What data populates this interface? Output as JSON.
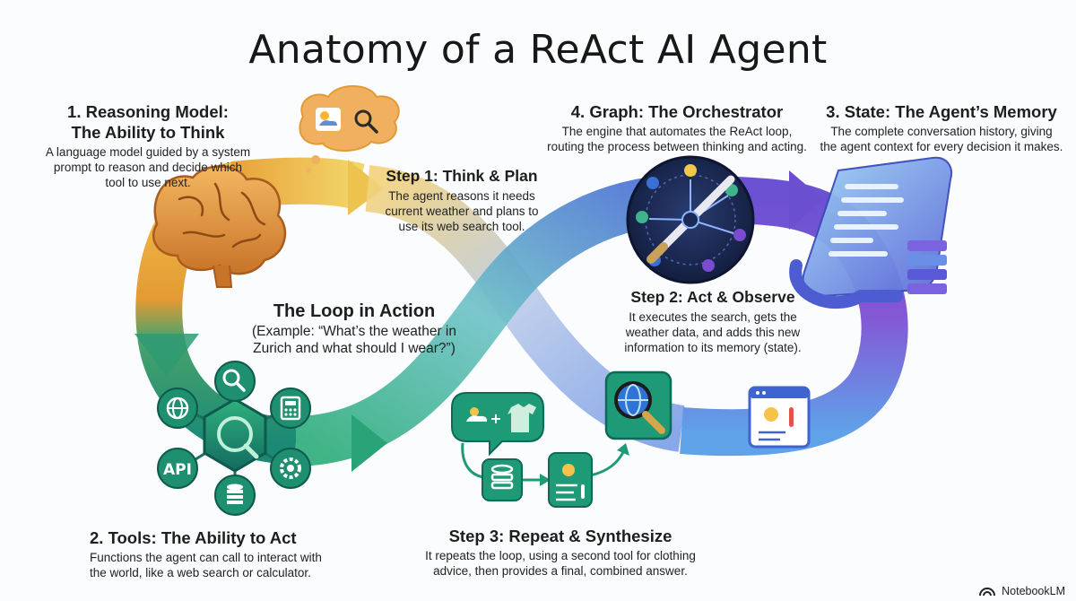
{
  "title": "Anatomy of a ReAct AI Agent",
  "reasoning": {
    "heading_1": "1. Reasoning Model:",
    "heading_2": "The Ability to Think",
    "lines": [
      "A language model guided by a system",
      "prompt to reason and decide which",
      "tool to use next."
    ]
  },
  "step1": {
    "heading": "Step 1: Think & Plan",
    "lines": [
      "The agent reasons it needs",
      "current weather and plans to",
      "use its web search tool."
    ]
  },
  "graph": {
    "heading": "4. Graph: The Orchestrator",
    "lines": [
      "The engine that automates the ReAct loop,",
      "routing the process between thinking and acting."
    ]
  },
  "state": {
    "heading": "3. State: The Agent’s Memory",
    "lines": [
      "The complete conversation history, giving",
      "the agent context for every decision it makes."
    ]
  },
  "loop": {
    "heading": "The Loop in Action",
    "lines": [
      "(Example: “What’s the weather in",
      "Zurich and what should I wear?”)"
    ]
  },
  "step2": {
    "heading": "Step 2: Act & Observe",
    "lines": [
      "It executes the search, gets the",
      "weather data, and adds this new",
      "information to its memory (state)."
    ]
  },
  "tools": {
    "heading": "2. Tools: The Ability to Act",
    "lines": [
      "Functions the agent can call to interact with",
      "the world, like a web search or calculator."
    ],
    "api_label": "API"
  },
  "step3": {
    "heading": "Step 3: Repeat & Synthesize",
    "lines": [
      "It repeats the loop, using a second tool for clothing",
      "advice, then provides a final, combined answer."
    ],
    "plus": "+"
  },
  "logo": "NotebookLM",
  "colors": {
    "orange": "#f0a13a",
    "yellow": "#f1c94a",
    "green": "#20a37d",
    "teal": "#17866f",
    "blue": "#3a6fd6",
    "purple": "#7a4ccf",
    "navy": "#1f2e5a"
  }
}
